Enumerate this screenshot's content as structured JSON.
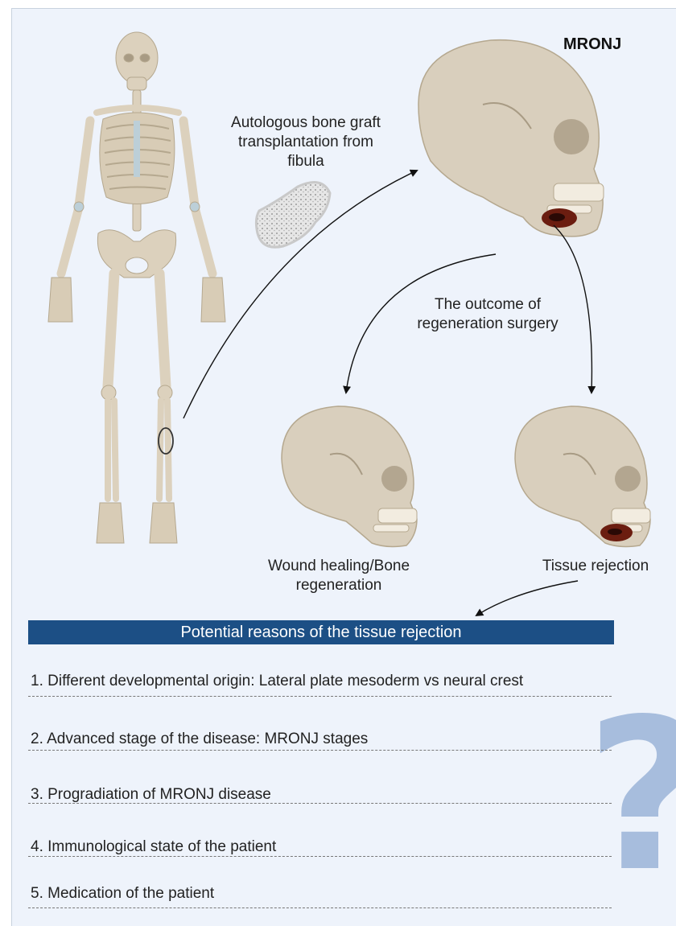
{
  "title": "MRONJ",
  "labels": {
    "graft": [
      "Autologous bone graft",
      "transplantation from",
      "fibula"
    ],
    "outcome": [
      "The outcome of",
      "regeneration surgery"
    ],
    "healing": [
      "Wound healing/Bone",
      "regeneration"
    ],
    "rejection": "Tissue rejection"
  },
  "banner": "Potential reasons of the tissue rejection",
  "reasons": [
    "1.  Different developmental origin: Lateral plate mesoderm vs neural crest",
    "2. Advanced stage of the disease: MRONJ stages",
    "3. Progradiation of MRONJ disease",
    "4. Immunological state of the patient",
    "5. Medication of the patient"
  ],
  "question_mark": "?",
  "colors": {
    "background": "#eef3fb",
    "bone": "#dcd1bd",
    "bone_shadow": "#c2b59e",
    "cartilage": "#bccfd8",
    "banner": "#1c4f85",
    "lesion": "#6b1d10",
    "question_mark": "#9bb4d8"
  },
  "icons": [
    "skeleton-icon",
    "skull-icon",
    "bone-graft-icon"
  ]
}
